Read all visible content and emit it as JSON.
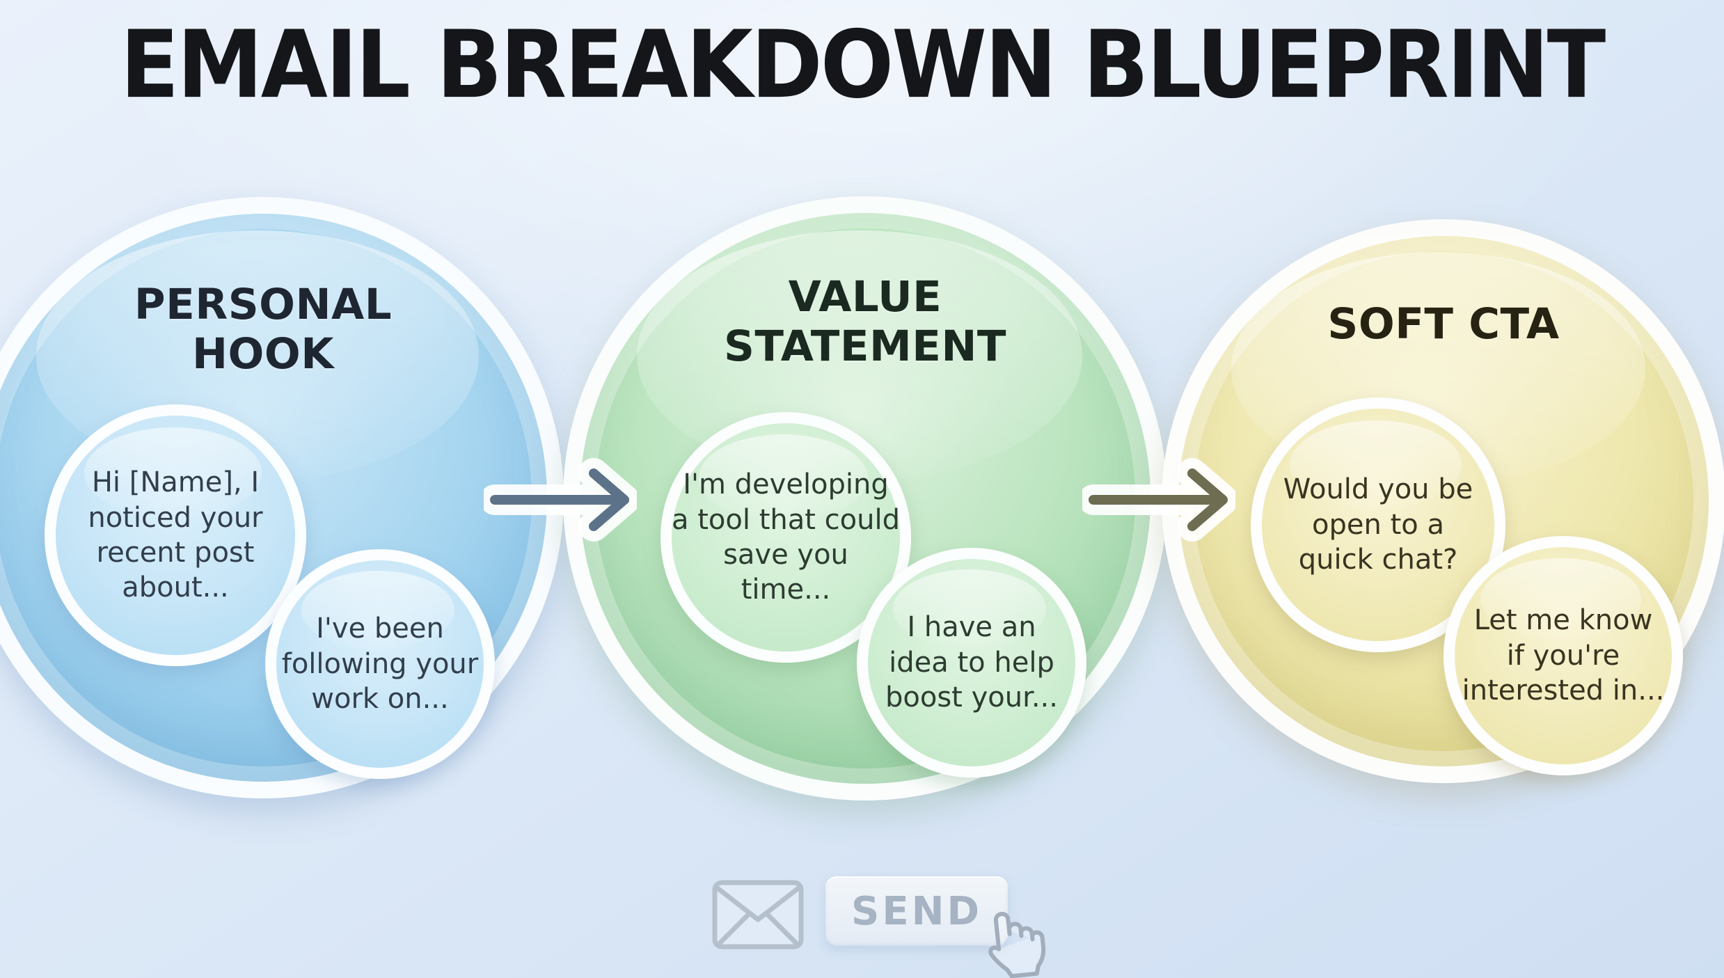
{
  "title": "EMAIL BREAKDOWN BLUEPRINT",
  "stages": [
    {
      "id": "personal-hook",
      "heading": "PERSONAL\nHOOK",
      "accent_color": "#8ec9ea",
      "bubbles": [
        "Hi [Name], I\nnoticed your\nrecent post\nabout...",
        "I've been\nfollowing your\nwork on..."
      ]
    },
    {
      "id": "value-statement",
      "heading": "VALUE\nSTATEMENT",
      "accent_color": "#a9dcb0",
      "bubbles": [
        "I'm developing\na tool that could\nsave you\ntime...",
        "I have an\nidea to help\nboost your..."
      ]
    },
    {
      "id": "soft-cta",
      "heading": "SOFT CTA",
      "accent_color": "#e7e09e",
      "bubbles": [
        "Would you be\nopen to a\nquick chat?",
        "Let me know\nif you're\ninterested in..."
      ]
    }
  ],
  "arrows": [
    {
      "direction": "right",
      "color": "#5c7289"
    },
    {
      "direction": "right",
      "color": "#6e6d52"
    }
  ],
  "footer": {
    "send_label": "SEND",
    "envelope_icon": "envelope-icon",
    "cursor_icon": "hand-pointer-icon"
  }
}
